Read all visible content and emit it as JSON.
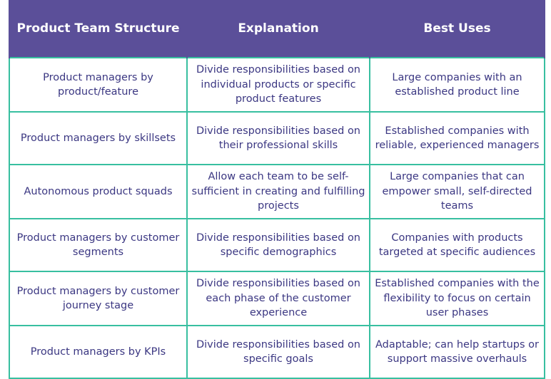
{
  "table": {
    "headers": [
      "Product Team Structure",
      "Explanation",
      "Best Uses"
    ],
    "rows": [
      [
        "Product managers by product/feature",
        "Divide responsibilities based on individual products or specific product features",
        "Large companies with an established product line"
      ],
      [
        "Product managers by skillsets",
        "Divide responsibilities based on their professional skills",
        "Established companies with reliable, experienced managers"
      ],
      [
        "Autonomous product squads",
        "Allow each team to be self-sufficient in creating and fulfilling projects",
        "Large companies that can empower small, self-directed teams"
      ],
      [
        "Product managers by customer segments",
        "Divide responsibilities based on specific demographics",
        "Companies with products targeted at specific audiences"
      ],
      [
        "Product managers by customer journey stage",
        "Divide responsibilities based on each phase of the customer experience",
        "Established companies with the flexibility to focus on certain user phases"
      ],
      [
        "Product managers by KPIs",
        "Divide responsibilities based on specific goals",
        "Adaptable; can help startups or support massive overhauls"
      ]
    ]
  },
  "colors": {
    "header_bg": "#5b4f99",
    "header_text": "#ffffff",
    "border": "#38bfa0",
    "cell_text": "#3b3782"
  }
}
